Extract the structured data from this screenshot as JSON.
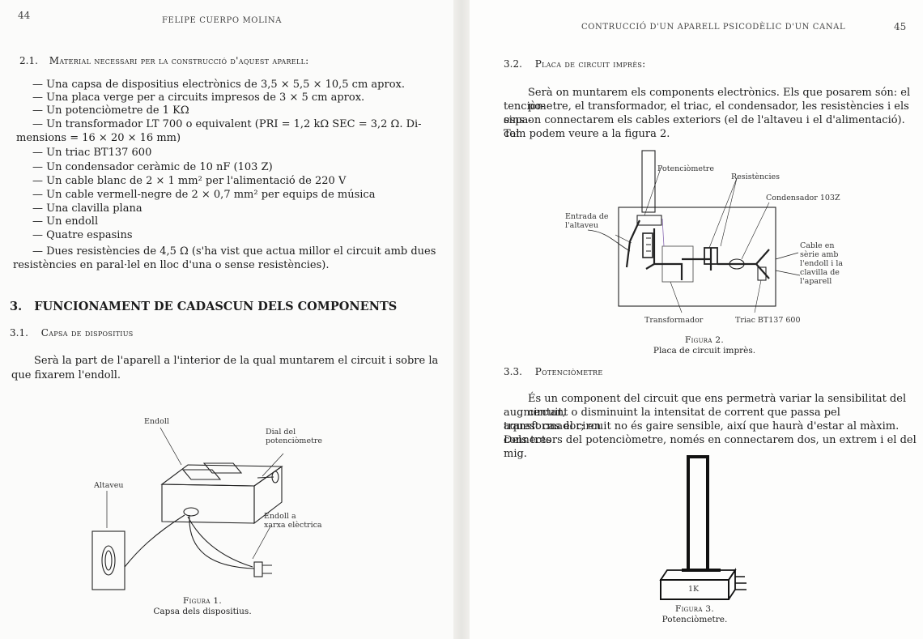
{
  "left_page": {
    "page_number": "44",
    "running_head": "FELIPE CUERPO MOLINA",
    "section_2_1": {
      "number": "2.1.",
      "title": "Material necessari per la construcció d'aquest aparell:"
    },
    "materials": [
      "— Una capsa de dispositius electrònics de 3,5 × 5,5 × 10,5 cm aprox.",
      "— Una placa verge per a circuits impresos de 3 × 5 cm aprox.",
      "— Un potenciòmetre de 1 KΩ",
      "— Un transformador LT 700 o equivalent (PRI = 1,2 kΩ SEC = 3,2 Ω. Di-",
      "mensions = 16 × 20 × 16 mm)",
      "— Un triac BT137 600",
      "— Un condensador ceràmic de 10 nF (103 Z)",
      "— Un cable blanc de 2 × 1 mm² per l'alimentació de 220 V",
      "— Un cable vermell-negre de 2 × 0,7 mm² per equips de música",
      "— Una clavilla plana",
      "— Un endoll",
      "— Quatre espasins",
      "— Dues resistències de 4,5 Ω (s'ha vist que actua millor el circuit amb dues",
      "resistències en paral·lel en lloc d'una o sense resistències)."
    ],
    "section_3": {
      "number": "3.",
      "title": "FUNCIONAMENT DE CADASCUN DELS COMPONENTS"
    },
    "section_3_1": {
      "number": "3.1.",
      "title": "Capsa de dispositius"
    },
    "paragraph_3_1": [
      "Serà la part de l'aparell a l'interior de la qual muntarem el circuit i sobre la",
      "que fixarem l'endoll."
    ],
    "figure_1": {
      "labels": {
        "endoll": "Endoll",
        "dial_1": "Dial del",
        "dial_2": "potenciòmetre",
        "altaveu": "Altaveu",
        "xarxa_1": "Endoll a",
        "xarxa_2": "xarxa elèctrica"
      },
      "caption_title": "Figura 1.",
      "caption_text": "Capsa dels dispositius."
    }
  },
  "right_page": {
    "page_number": "45",
    "running_head": "CONTRUCCIÓ D'UN APARELL PSICODÈLIC D'UN CANAL",
    "section_3_2": {
      "number": "3.2.",
      "title": "Placa de circuit imprès:"
    },
    "paragraph_3_2": [
      "Serà on muntarem els components electrònics. Els que posarem són: el po-",
      "tenciòmetre, el transformador, el triac, el condensador, les resistències i els espa-",
      "sins on connectarem els cables exteriors (el de l'altaveu i el d'alimentació). Tal",
      "com podem veure a la figura 2."
    ],
    "figure_2": {
      "labels": {
        "potenciometre": "Potenciòmetre",
        "resistencies": "Resistències",
        "condensador": "Condensador 103Z",
        "entrada_1": "Entrada de",
        "entrada_2": "l'altaveu",
        "cable_1": "Cable en",
        "cable_2": "sèrie amb",
        "cable_3": "l'endoll i la",
        "cable_4": "clavilla de",
        "cable_5": "l'aparell",
        "transformador": "Transformador",
        "triac": "Triac BT137 600"
      },
      "caption_title": "Figura 2.",
      "caption_text": "Placa de circuit imprès."
    },
    "section_3_3": {
      "number": "3.3.",
      "title": "Potenciòmetre"
    },
    "paragraph_3_3": [
      "És un component del circuit que ens permetrà variar la sensibilitat del circuit,",
      "augmentant o disminuint la intensitat de corrent que passa pel transformador; en",
      "aquest cas el circuit no és gaire sensible, així que haurà d'estar al màxim. Dels tres",
      "connectors del potenciòmetre, només en connectarem dos, un extrem i el del mig."
    ],
    "figure_3": {
      "label_1k": "1K",
      "caption_title": "Figura 3.",
      "caption_text": "Potenciòmetre."
    }
  }
}
